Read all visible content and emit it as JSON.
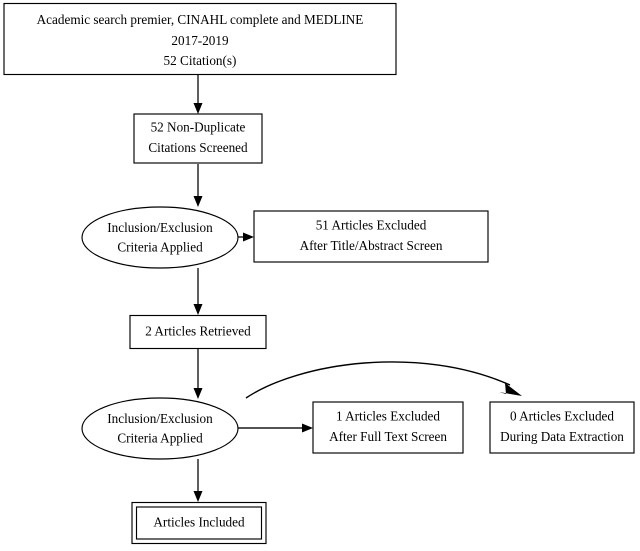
{
  "diagram": {
    "title": "PRISMA-style literature search flow diagram",
    "background_color": "#ffffff",
    "line_color": "#000000",
    "text_color": "#000000"
  },
  "nodes": {
    "sources_box": {
      "shape": "rectangle",
      "line1": "Academic search premier, CINAHL complete and MEDLINE",
      "line2": "2017-2019",
      "line3": "52 Citation(s)"
    },
    "screened_box": {
      "shape": "rectangle",
      "line1": "52 Non-Duplicate",
      "line2": "Citations Screened"
    },
    "criteria_ellipse_1": {
      "shape": "ellipse",
      "line1": "Inclusion/Exclusion",
      "line2": "Criteria Applied"
    },
    "excluded_title_abstract_box": {
      "shape": "rectangle",
      "line1": "51 Articles Excluded",
      "line2": "After Title/Abstract Screen"
    },
    "retrieved_box": {
      "shape": "rectangle",
      "line1": "2 Articles Retrieved"
    },
    "criteria_ellipse_2": {
      "shape": "ellipse",
      "line1": "Inclusion/Exclusion",
      "line2": "Criteria Applied"
    },
    "excluded_full_text_box": {
      "shape": "rectangle",
      "line1": "1 Articles Excluded",
      "line2": "After Full Text Screen"
    },
    "excluded_data_extraction_box": {
      "shape": "rectangle",
      "line1": "0 Articles Excluded",
      "line2": "During Data Extraction"
    },
    "included_box": {
      "shape": "double-rectangle",
      "line1": "Articles Included"
    }
  },
  "edges": [
    {
      "name": "sources-to-screened",
      "from": "sources_box",
      "to": "screened_box",
      "style": "straight-down-arrow"
    },
    {
      "name": "screened-to-criteria1",
      "from": "screened_box",
      "to": "criteria_ellipse_1",
      "style": "straight-down-arrow"
    },
    {
      "name": "criteria1-to-title-abstract-excluded",
      "from": "criteria_ellipse_1",
      "to": "excluded_title_abstract_box",
      "style": "straight-right-arrow"
    },
    {
      "name": "criteria1-to-retrieved",
      "from": "criteria_ellipse_1",
      "to": "retrieved_box",
      "style": "straight-down-arrow"
    },
    {
      "name": "retrieved-to-criteria2",
      "from": "retrieved_box",
      "to": "criteria_ellipse_2",
      "style": "straight-down-arrow"
    },
    {
      "name": "criteria2-to-full-text-excluded",
      "from": "criteria_ellipse_2",
      "to": "excluded_full_text_box",
      "style": "straight-right-arrow"
    },
    {
      "name": "criteria2-to-data-extraction-excluded",
      "from": "criteria_ellipse_2",
      "to": "excluded_data_extraction_box",
      "style": "curved-arc-arrow"
    },
    {
      "name": "criteria2-to-included",
      "from": "criteria_ellipse_2",
      "to": "included_box",
      "style": "straight-down-arrow"
    }
  ]
}
